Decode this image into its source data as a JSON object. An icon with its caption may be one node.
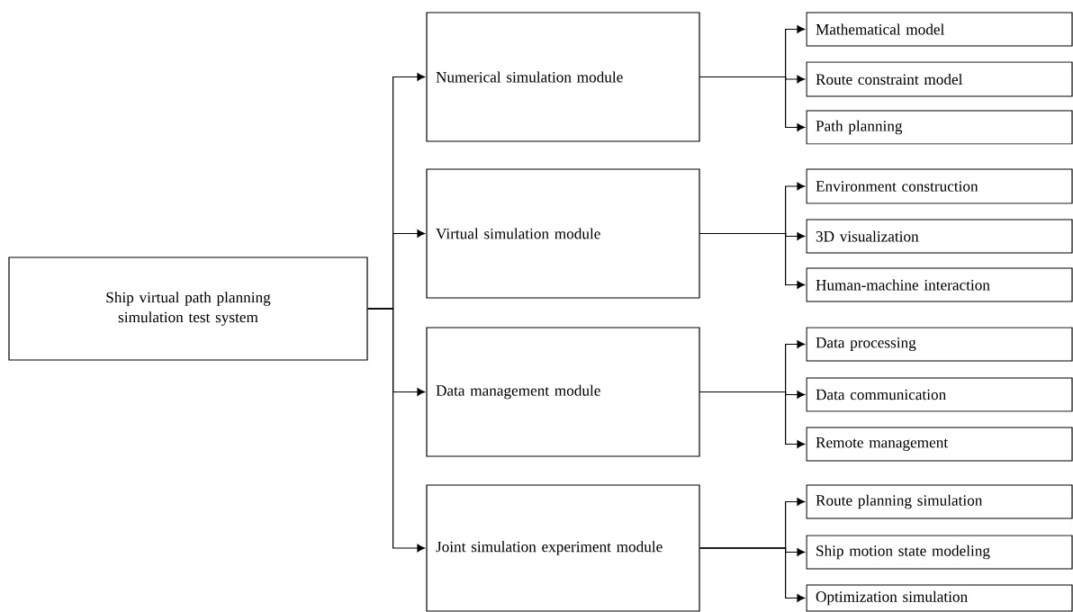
{
  "diagram": {
    "nodes": [
      {
        "text": [
          "Ship virtual path planning simulation test system"
        ]
      },
      {
        "text": [
          "Numerical simulation module"
        ]
      },
      {
        "text": [
          "Virtual simulation module"
        ]
      },
      {
        "text": [
          "Data management module"
        ]
      },
      {
        "text": [
          "Joint simulation experiment module"
        ]
      },
      {
        "text": [
          "Mathematical model"
        ]
      },
      {
        "text": [
          "Route constraint model"
        ]
      },
      {
        "text": [
          "Path planning"
        ]
      },
      {
        "text": [
          "Environment construction"
        ]
      },
      {
        "text": [
          "3D visualization"
        ]
      },
      {
        "text": [
          "Human-machine interaction"
        ]
      },
      {
        "text": [
          "Data processing"
        ]
      },
      {
        "text": [
          "Data communication"
        ]
      },
      {
        "text": [
          "Remote management"
        ]
      },
      {
        "text": [
          "Route planning simulation"
        ]
      },
      {
        "text": [
          "Ship motion state modeling"
        ]
      },
      {
        "text": [
          "Optimization simulation"
        ]
      }
    ],
    "edges": [
      {
        "from": 0,
        "to": 1,
        "arrow": "to"
      },
      {
        "from": 0,
        "to": 2,
        "arrow": "to"
      },
      {
        "from": 0,
        "to": 3,
        "arrow": "to"
      },
      {
        "from": 0,
        "to": 4,
        "arrow": "to"
      },
      {
        "from": 1,
        "to": 5,
        "arrow": "to"
      },
      {
        "from": 1,
        "to": 6,
        "arrow": "to"
      },
      {
        "from": 1,
        "to": 7,
        "arrow": "to"
      },
      {
        "from": 2,
        "to": 8,
        "arrow": "to"
      },
      {
        "from": 2,
        "to": 9,
        "arrow": "to"
      },
      {
        "from": 2,
        "to": 10,
        "arrow": "to"
      },
      {
        "from": 3,
        "to": 11,
        "arrow": "to"
      },
      {
        "from": 3,
        "to": 12,
        "arrow": "to"
      },
      {
        "from": 3,
        "to": 13,
        "arrow": "to"
      },
      {
        "from": 4,
        "to": 14,
        "arrow": "to"
      },
      {
        "from": 4,
        "to": 15,
        "arrow": "to"
      },
      {
        "from": 4,
        "to": 16,
        "arrow": "to"
      }
    ]
  }
}
